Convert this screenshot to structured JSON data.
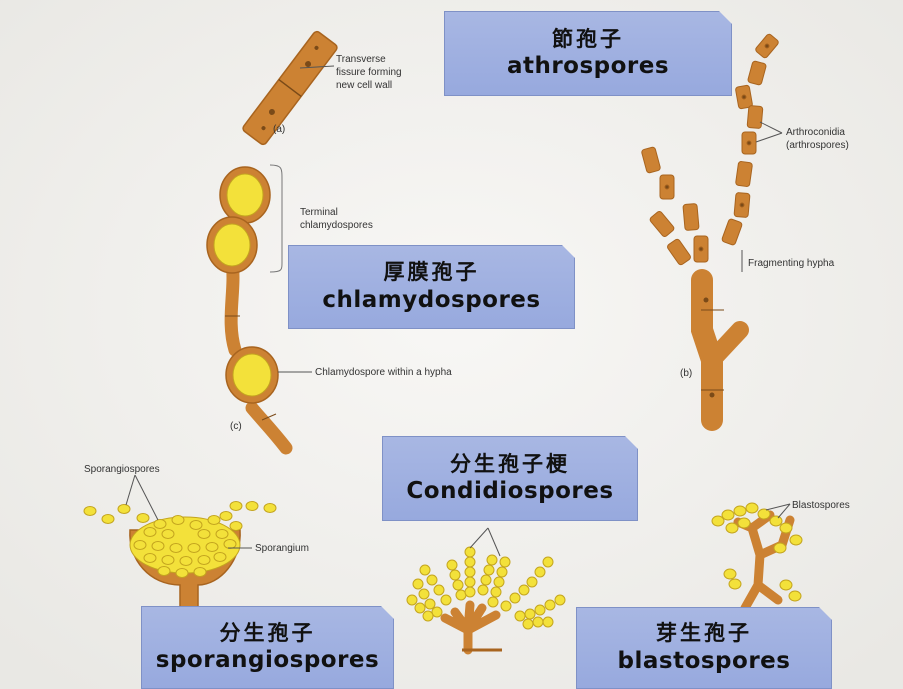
{
  "colors": {
    "hypha": "#cc8233",
    "hypha_dark": "#a8641f",
    "spore": "#f3e13a",
    "spore_edge": "#c4a51f",
    "callout": "#9eb0e1",
    "page": "#f4f4f2"
  },
  "callouts": {
    "athrospores": {
      "zh": "節孢子",
      "en": "athrospores"
    },
    "chlamydospores": {
      "zh": "厚膜孢子",
      "en": "chlamydospores"
    },
    "condidiospores": {
      "zh": "分生孢子梗",
      "en": "Condidiospores"
    },
    "sporangiospores": {
      "zh": "分生孢子",
      "en": "sporangiospores"
    },
    "blastospores": {
      "zh": "芽生孢子",
      "en": "blastospores"
    }
  },
  "figure_labels": {
    "transverse": [
      "Transverse",
      "fissure forming",
      "new cell wall"
    ],
    "panel_a": "(a)",
    "arthroconidia": [
      "Arthroconidia",
      "(arthrospores)"
    ],
    "fragmenting": "Fragmenting hypha",
    "panel_b": "(b)",
    "terminal": [
      "Terminal",
      "chlamydospores"
    ],
    "chlamy_within": "Chlamydospore within a hypha",
    "panel_c": "(c)",
    "sporangiospores": "Sporangiospores",
    "sporangium": "Sporangium",
    "blastospores": "Blastospores"
  }
}
